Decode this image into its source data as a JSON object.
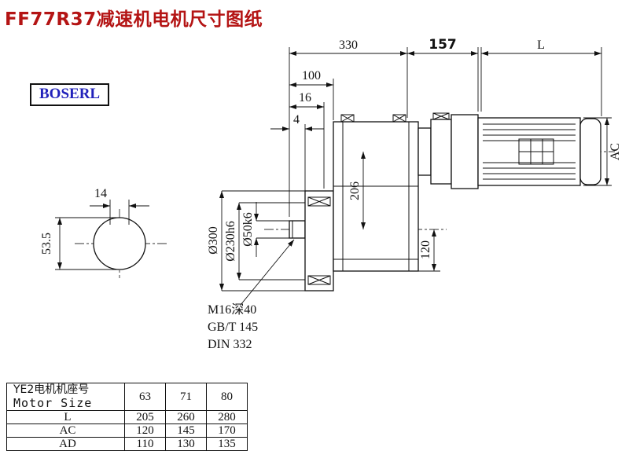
{
  "page": {
    "title": "FF77R37减速机电机尺寸图纸",
    "logo": "BOSERL"
  },
  "drawing": {
    "dim_330": "330",
    "dim_157": "157",
    "dim_L": "L",
    "dim_100": "100",
    "dim_16": "16",
    "dim_4": "4",
    "dim_AC": "AC",
    "dim_206": "206",
    "dim_120": "120",
    "dia_300": "Ø300",
    "dia_230": "Ø230h6",
    "dia_50": "Ø50k6",
    "dim_14": "14",
    "dim_53_5": "53.5",
    "note_thread": "M16深40",
    "note_gb": "GB/T 145",
    "note_din": "DIN 332"
  },
  "table": {
    "header": {
      "label_cn": "YE2电机机座号",
      "label_en": "Motor Size",
      "values": [
        "63",
        "71",
        "80"
      ]
    },
    "rows": [
      {
        "label": "L",
        "values": [
          "205",
          "260",
          "280"
        ]
      },
      {
        "label": "AC",
        "values": [
          "120",
          "145",
          "170"
        ]
      },
      {
        "label": "AD",
        "values": [
          "110",
          "130",
          "135"
        ]
      }
    ]
  }
}
